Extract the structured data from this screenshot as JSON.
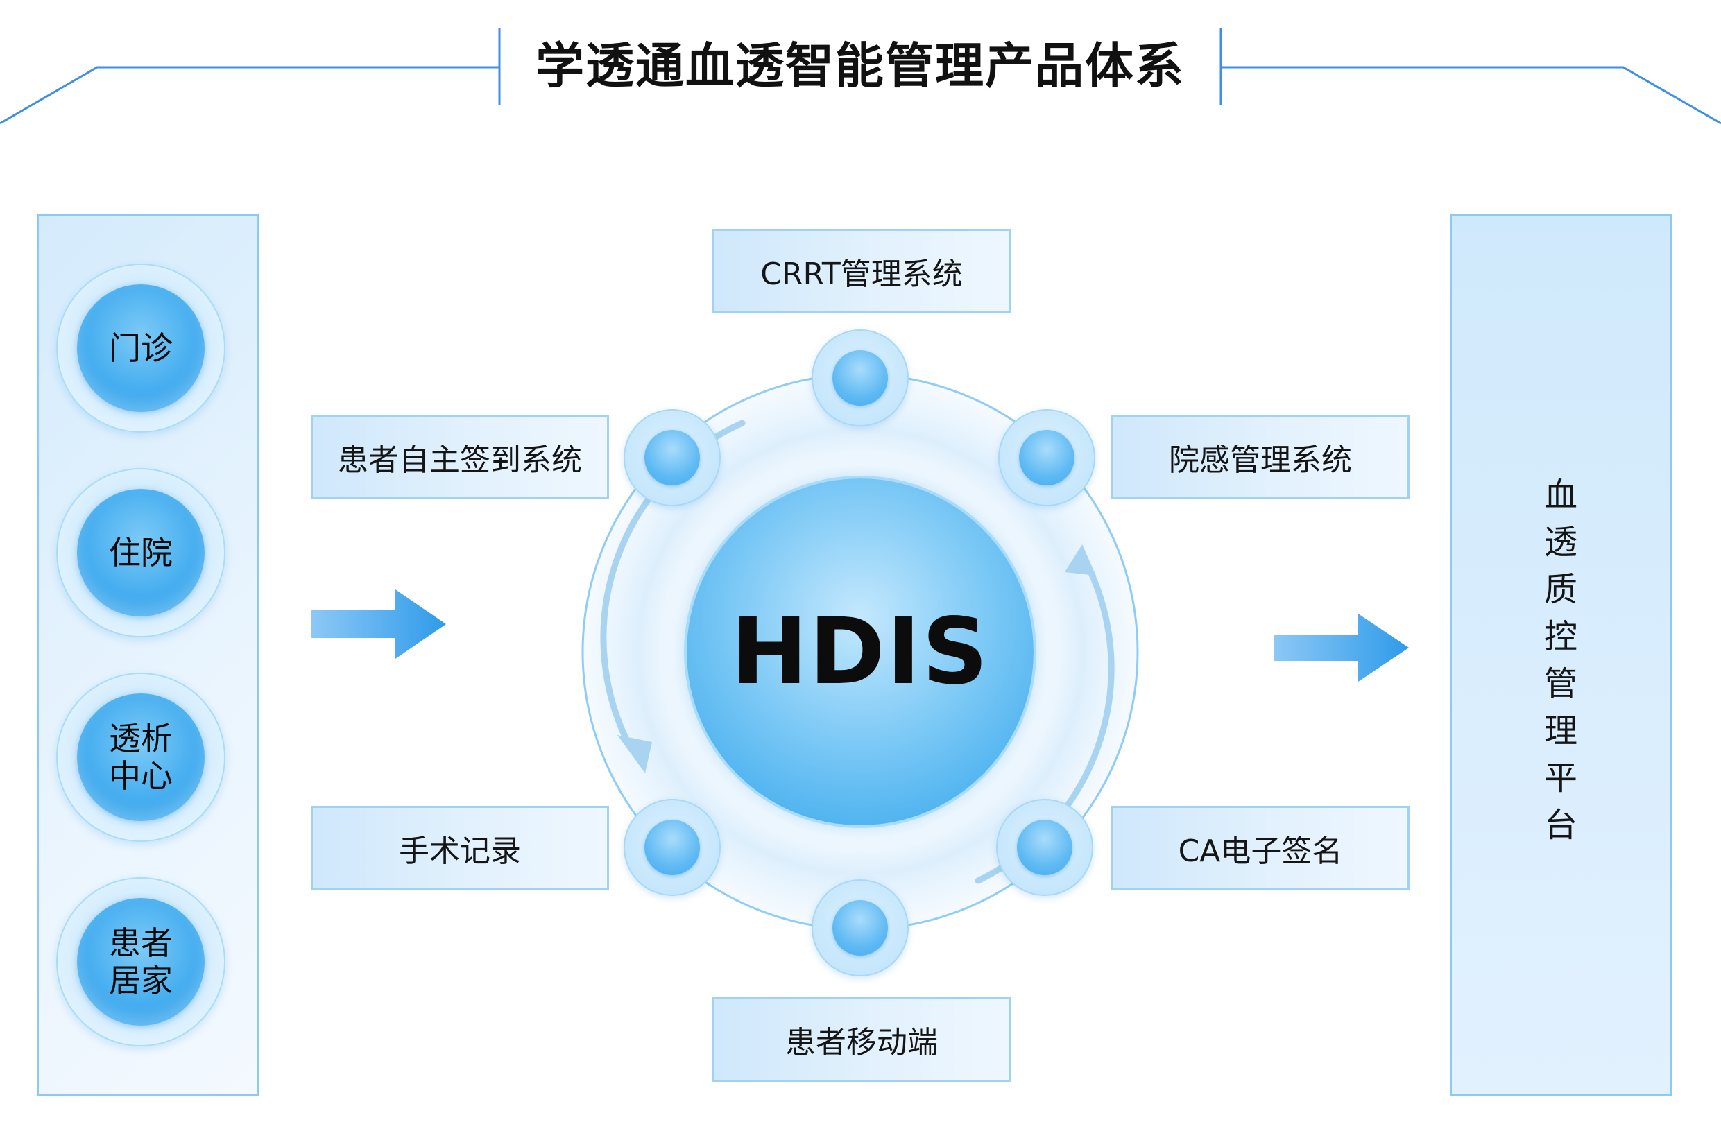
{
  "title": "学透通血透智能管理产品体系",
  "entries": [
    {
      "label": "门诊"
    },
    {
      "label": "住院"
    },
    {
      "label": "透析中心"
    },
    {
      "label": "患者居家"
    }
  ],
  "center": {
    "label": "HDIS"
  },
  "modules": {
    "top": "CRRT管理系统",
    "upper_left": "患者自主签到系统",
    "upper_right": "院感管理系统",
    "lower_left": "手术记录",
    "lower_right": "CA电子签名",
    "bottom": "患者移动端"
  },
  "platform": {
    "label": "血透质控管理平台"
  },
  "colors": {
    "accent": "#3fa9ef",
    "line": "#3d8fe6",
    "panel_border": "#8cc9f5"
  }
}
